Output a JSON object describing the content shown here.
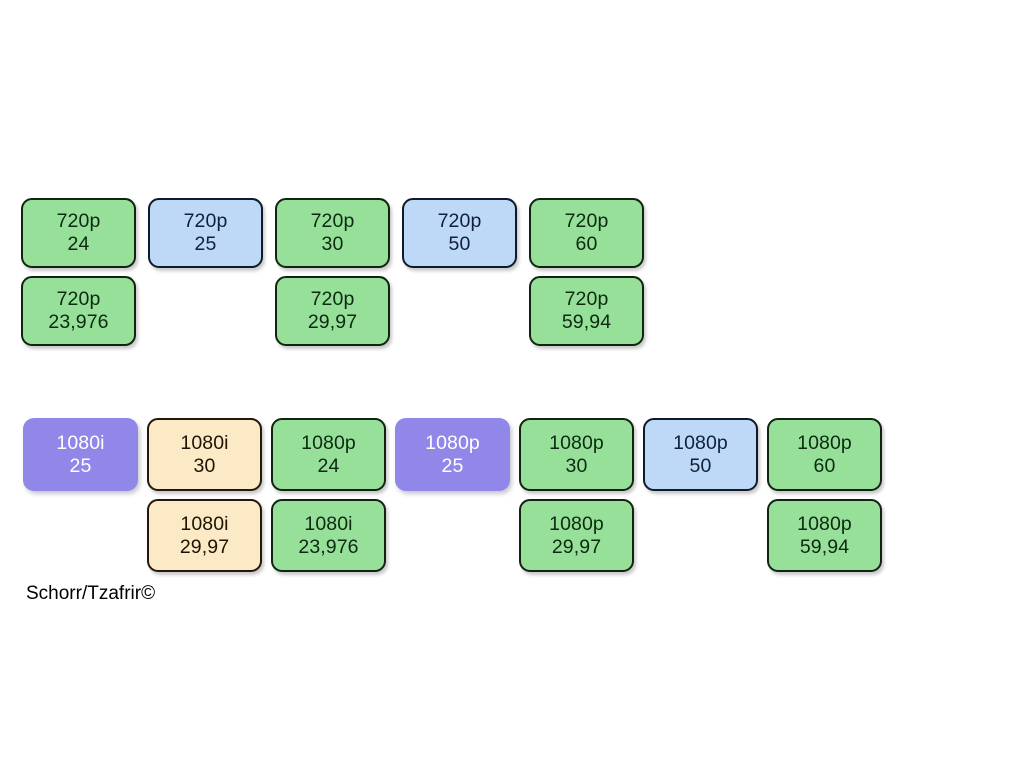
{
  "slide": {
    "caption": "Schorr/Tzafrir©",
    "background": "#ffffff"
  },
  "palette": {
    "green": "#96e09a",
    "blue": "#bdd9f7",
    "purple": "#9087e8",
    "cream": "#fce9c6",
    "border_dark": "#10200f",
    "purple_text": "#ffffff"
  },
  "groups": [
    {
      "id": "group-720",
      "name": "720p-formats",
      "columns": [
        {
          "primary": {
            "format": "720p",
            "rate": "24",
            "color": "green"
          },
          "secondary": {
            "format": "720p",
            "rate": "23,976",
            "color": "green"
          }
        },
        {
          "primary": {
            "format": "720p",
            "rate": "25",
            "color": "blue"
          },
          "secondary": null
        },
        {
          "primary": {
            "format": "720p",
            "rate": "30",
            "color": "green"
          },
          "secondary": {
            "format": "720p",
            "rate": "29,97",
            "color": "green"
          }
        },
        {
          "primary": {
            "format": "720p",
            "rate": "50",
            "color": "blue"
          },
          "secondary": null
        },
        {
          "primary": {
            "format": "720p",
            "rate": "60",
            "color": "green"
          },
          "secondary": {
            "format": "720p",
            "rate": "59,94",
            "color": "green"
          }
        }
      ]
    },
    {
      "id": "group-1080",
      "name": "1080-formats",
      "columns": [
        {
          "primary": {
            "format": "1080i",
            "rate": "25",
            "color": "purple"
          },
          "secondary": null
        },
        {
          "primary": {
            "format": "1080i",
            "rate": "30",
            "color": "cream"
          },
          "secondary": {
            "format": "1080i",
            "rate": "29,97",
            "color": "cream"
          }
        },
        {
          "primary": {
            "format": "1080p",
            "rate": "24",
            "color": "green"
          },
          "secondary": {
            "format": "1080i",
            "rate": "23,976",
            "color": "green"
          }
        },
        {
          "primary": {
            "format": "1080p",
            "rate": "25",
            "color": "purple"
          },
          "secondary": null
        },
        {
          "primary": {
            "format": "1080p",
            "rate": "30",
            "color": "green"
          },
          "secondary": {
            "format": "1080p",
            "rate": "29,97",
            "color": "green"
          }
        },
        {
          "primary": {
            "format": "1080p",
            "rate": "50",
            "color": "blue"
          },
          "secondary": null
        },
        {
          "primary": {
            "format": "1080p",
            "rate": "60",
            "color": "green"
          },
          "secondary": {
            "format": "1080p",
            "rate": "59,94",
            "color": "green"
          }
        }
      ]
    }
  ]
}
